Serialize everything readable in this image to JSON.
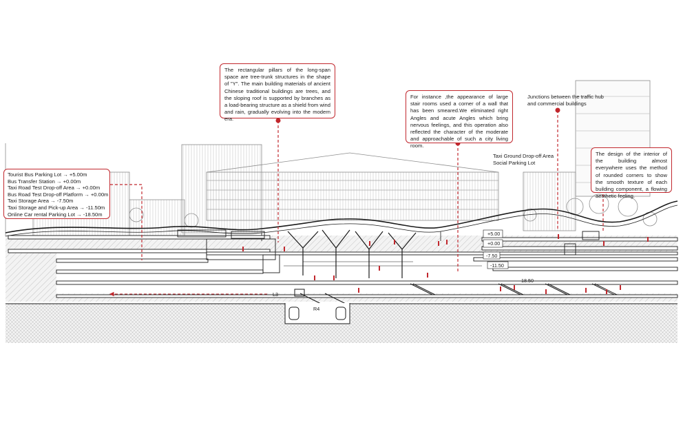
{
  "callouts": {
    "pillars": "The rectangular pillars of the long-span space are tree-trunk structures in the shape of \"Y\". The main building materials of ancient Chinese traditional buildings are trees, and the sloping roof is supported by branches as a load-bearing structure as a shield from wind and rain, gradually evolving into the modern era.",
    "stairs": "For instance ,the appearance of large stair rooms used a corner of a wall that has been smeared.We eliminated right Angles and acute Angles which bring nervous feelings, and this operation also reflected the character of the moderate and approachable of such a city living room.",
    "interior": "The design of the interior of the building almost everywhere uses the method of rounded corners to show the smooth texture of each building component, a flowing aesthetic feeling."
  },
  "legend": {
    "rows": [
      "Tourist Bus Parking Lot → +5.00m",
      "Bus Transfer Station → +0.00m",
      "Taxi Road Test Drop-off Area → +0.00m",
      "Bus Road Test Drop-off Platform → +0.00m",
      "Taxi Storage Area → -7.50m",
      "Taxi Storage and Pick-up Area → -11.50m",
      "Online Car rental Parking Lot → -18.50m"
    ]
  },
  "labels": {
    "junctions_line1": "Junctions between the traffic hub",
    "junctions_line2": "and commercial buildings",
    "taxi_line1": "Taxi Ground Drop-off Area",
    "taxi_line2": "Social Parking Lot"
  },
  "levels": {
    "plus5": "+5.00",
    "zero": "+0.00",
    "minus750": "-7.50",
    "minus1150": "-11.50",
    "l1850": "18.50",
    "l3": "L3",
    "r4": "R4"
  },
  "colors": {
    "accent": "#c1272d",
    "line": "#1a1a1a",
    "context": "#8c8c8c"
  }
}
